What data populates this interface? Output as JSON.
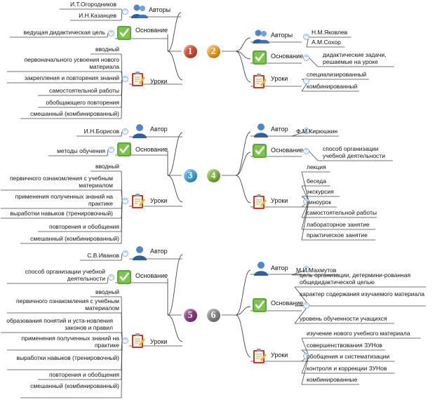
{
  "colors": {
    "c1": "#d64a2e",
    "c2": "#f0a020",
    "c3": "#3aa8d8",
    "c4": "#7fb83c",
    "c5": "#8e3a7e",
    "c6": "#888888"
  },
  "map1": {
    "number": "1",
    "authors_label": "Авторы",
    "authors": [
      "И.Т.Огородников",
      "И.Н.Казанцев"
    ],
    "basis_label": "Основание",
    "basis": [
      "ведущая дидактическая цель"
    ],
    "lessons_label": "Уроки",
    "lessons": [
      "вводный",
      "первоначального усвоения нового материала",
      "закрепления и повторения знаний",
      "самостоятельной работы",
      "обобщающего повторения",
      "смешанный (комбинированный)"
    ]
  },
  "map2": {
    "number": "2",
    "authors_label": "Авторы",
    "authors": [
      "Н.М.Яковлев",
      "А.М.Сохор"
    ],
    "basis_label": "Основание",
    "basis": [
      "дидактические задачи, решаемые на уроке"
    ],
    "lessons_label": "Уроки",
    "lessons": [
      "специализированный",
      "комбинированный"
    ]
  },
  "map3": {
    "number": "3",
    "authors_label": "Автор",
    "authors": [
      "И.Н.Борисов"
    ],
    "basis_label": "Основание",
    "basis": [
      "методы обучения"
    ],
    "lessons_label": "Уроки",
    "lessons": [
      "вводный",
      "первичного ознакомления с учебным материалом",
      "применения полученных знаний на практике",
      "выработки навыков (тренировочный)",
      "повторения и обобщения",
      "смешанный (комбинированный)"
    ]
  },
  "map4": {
    "number": "4",
    "authors_label": "Автор",
    "authors": [
      "Ф.М.Кирюшкин"
    ],
    "basis_label": "Основание",
    "basis": [
      "способ организации учебной деятельности"
    ],
    "lessons_label": "Уроки",
    "lessons": [
      "лекция",
      "беседа",
      "экскурсия",
      "киноурок",
      "самостоятельной  работы",
      "лабораторное занятие",
      "практическое занятие"
    ]
  },
  "map5": {
    "number": "5",
    "authors_label": "Автор",
    "authors": [
      "С.В.Иванов"
    ],
    "basis_label": "Основание",
    "basis": [
      "способ организации учебной деятельности"
    ],
    "lessons_label": "Уроки",
    "lessons": [
      "вводный",
      "первичного ознакомления с учебным материалом",
      "образования понятий и уста-новления законов и правил",
      "применения полученных знаний на практике",
      "выработки навыков (тренировочный)",
      "повторения и обобщения",
      "смешанный (комбинированный)"
    ]
  },
  "map6": {
    "number": "6",
    "authors_label": "Автор",
    "authors": [
      "М.И.Махмутов"
    ],
    "basis_label": "Основание",
    "basis": [
      "цель организации, детермини-рованная общедидактической целью",
      "характер содержания изучаемого материала",
      "уровень обученности учащихся"
    ],
    "lessons_label": "Уроки",
    "lessons": [
      "изучение нового учебного материала",
      "совершенствования ЗУНов",
      "обобщения и систематизации",
      "контроля и коррекции ЗУНов",
      "комбинированные"
    ]
  }
}
